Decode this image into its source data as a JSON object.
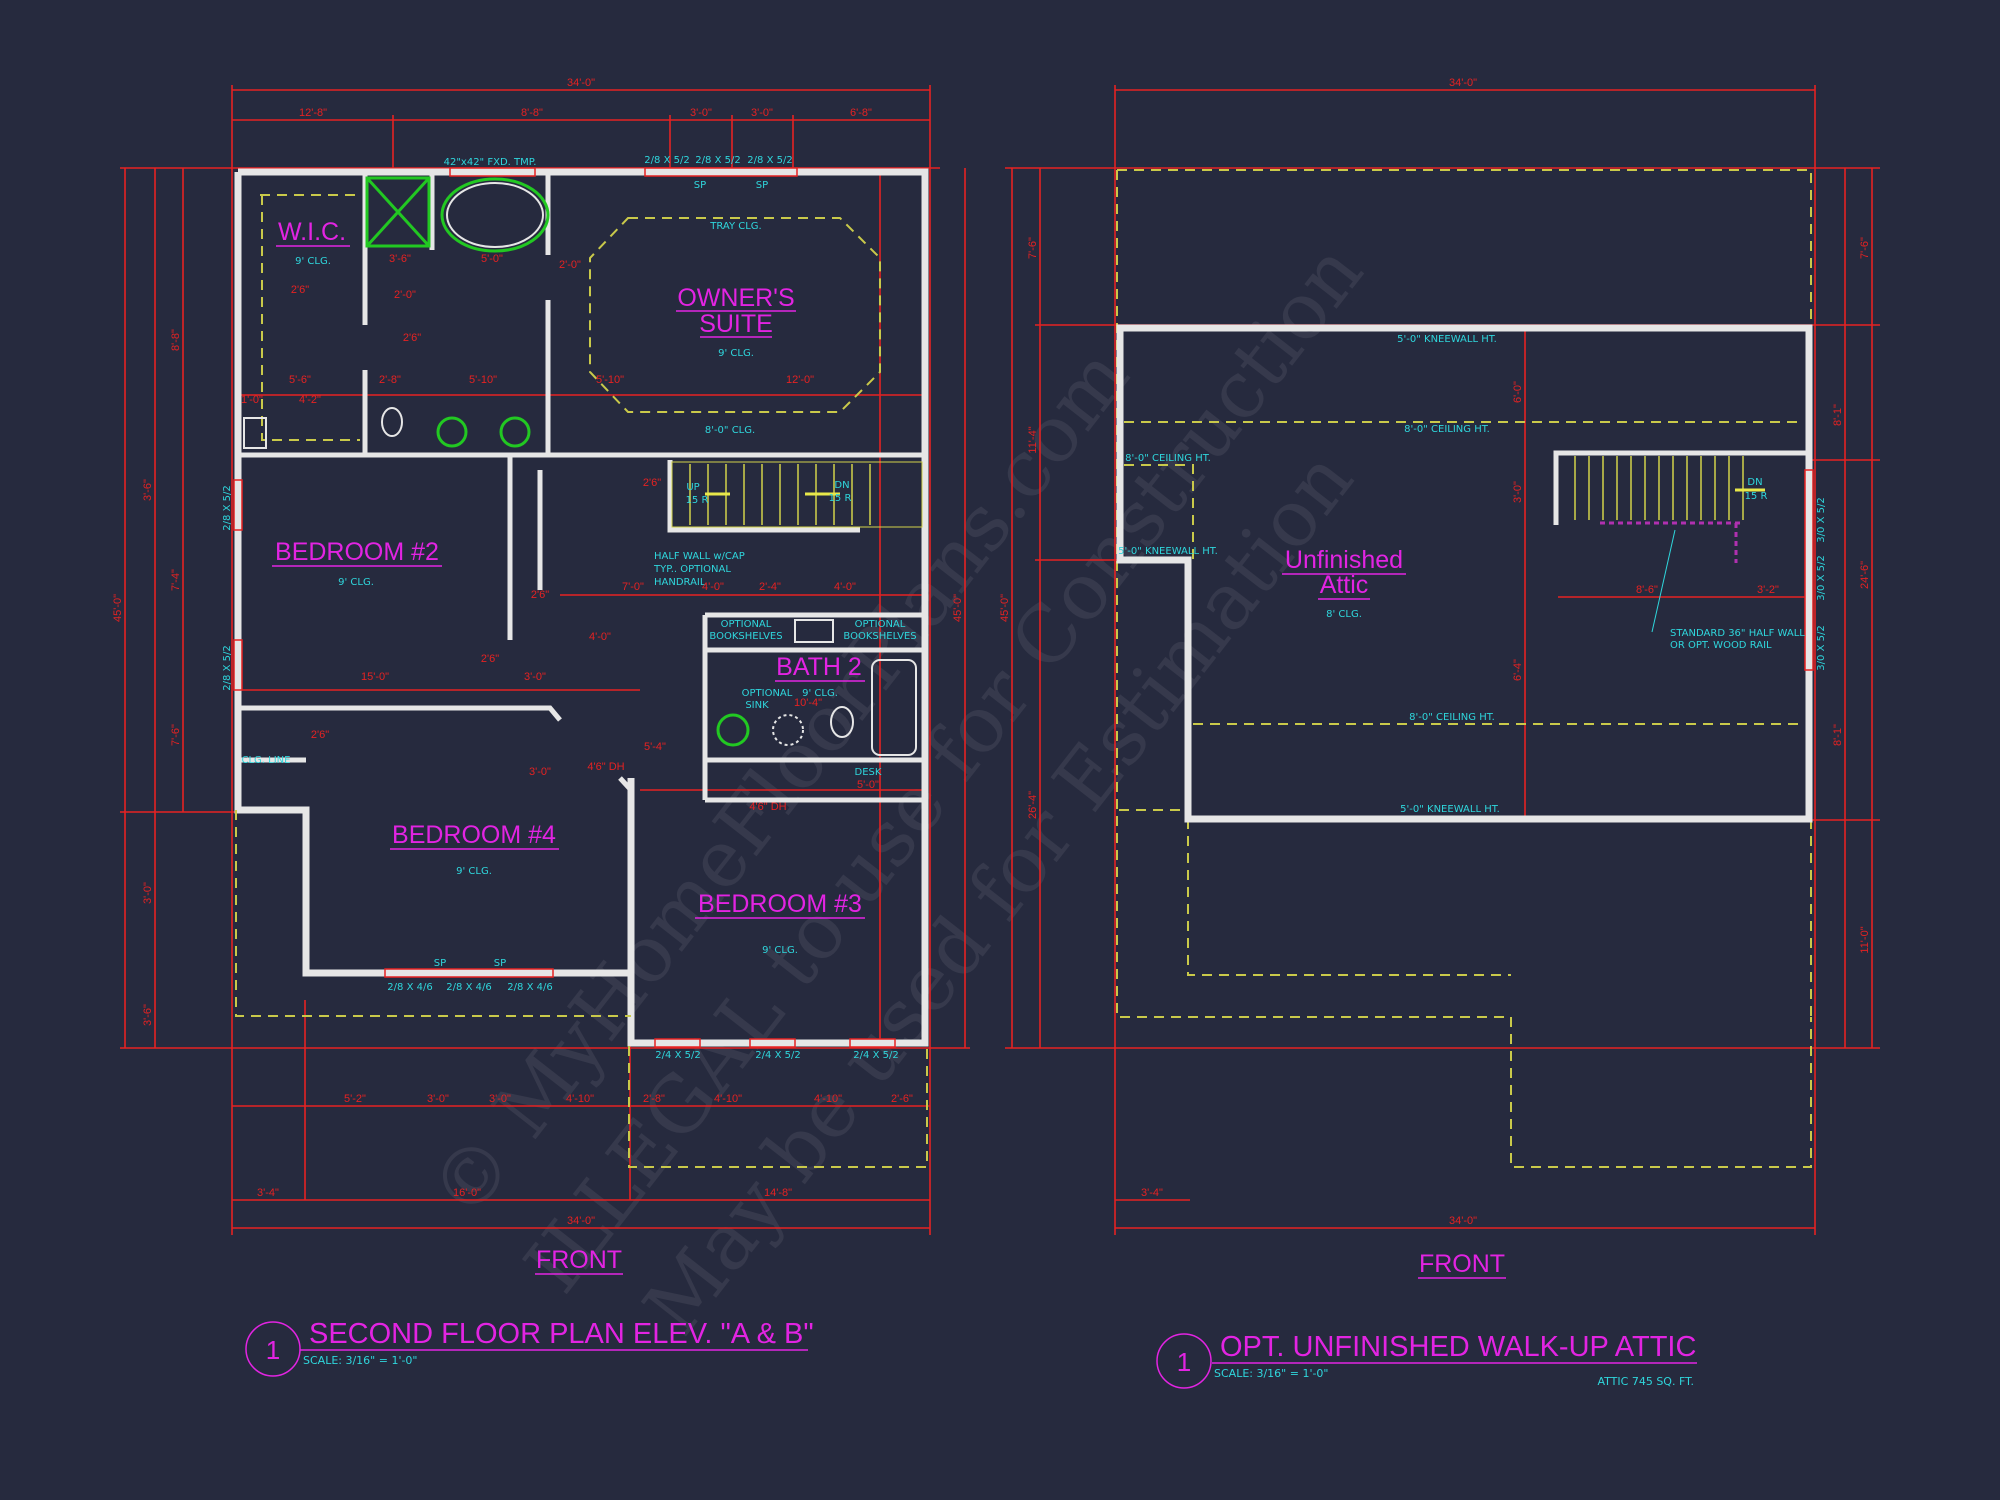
{
  "colors": {
    "background": "#262a3e",
    "walls": "#e6e6e6",
    "dimensions": "#e52222",
    "notes": "#2fd6dc",
    "room_labels": "#e224e2",
    "dashed_lines": "#c9c94a",
    "fixtures": "#22c822"
  },
  "watermark": {
    "line1": "© MyHomeFloorPlans.com",
    "line2": "ILLEGAL to use for Construction",
    "line3": "May be used for Estimation"
  },
  "left_plan": {
    "title": "SECOND FLOOR PLAN ELEV. \"A & B\"",
    "number": "1",
    "scale": "SCALE: 3/16\" = 1'-0\"",
    "front": "FRONT",
    "rooms": {
      "wic": {
        "name": "W.I.C.",
        "clg": "9' CLG."
      },
      "owners": {
        "name1": "OWNER'S",
        "name2": "SUITE",
        "clg": "9' CLG.",
        "tray": "TRAY CLG.",
        "hall_clg": "8'-0\" CLG."
      },
      "bed2": {
        "name": "BEDROOM #2",
        "clg": "9' CLG."
      },
      "bath2": {
        "name": "BATH 2",
        "clg": "9' CLG."
      },
      "bed4": {
        "name": "BEDROOM #4",
        "clg": "9' CLG."
      },
      "bed3": {
        "name": "BEDROOM #3",
        "clg": "9' CLG."
      }
    },
    "notes": {
      "shower": "42\"x42\" FXD. TMP.",
      "half_wall": [
        "HALF WALL w/CAP",
        "TYP.. OPTIONAL",
        "HANDRAIL"
      ],
      "bookshelves": [
        "OPTIONAL",
        "BOOKSHELVES"
      ],
      "optional_sink": [
        "OPTIONAL",
        "SINK"
      ],
      "clg_line": "CLG. LINE",
      "desk": "DESK",
      "stairs_up": [
        "UP",
        "15 R"
      ],
      "stairs_dn": [
        "DN",
        "15 R"
      ],
      "sp": "SP",
      "windows_top": [
        "2/8 X 5/2",
        "2/8 X 5/2",
        "2/8 X 5/2"
      ],
      "windows_bed4": [
        "2/8 X 4/6",
        "2/8 X 4/6",
        "2/8 X 4/6"
      ],
      "windows_bed3": [
        "2/4 X 5/2",
        "2/4 X 5/2",
        "2/4 X 5/2"
      ],
      "windows_bed2": [
        "2/8 X 5/2",
        "2/8 X 5/2"
      ],
      "doors": [
        "2'6\"",
        "2'6\"",
        "2'6\"",
        "2'6\"",
        "2'6\"",
        "2'6\"",
        "4'6\" DH",
        "4'6\" DH"
      ]
    },
    "dims": {
      "top_overall": "34'-0\"",
      "top_segments": [
        "12'-8\"",
        "8'-8\"",
        "3'-0\"",
        "3'-0\"",
        "6'-8\""
      ],
      "bottom_segments": [
        "5'-2\"",
        "3'-0\"",
        "3'-0\"",
        "4'-10\"",
        "2'-8\"",
        "4'-10\"",
        "4'-10\"",
        "2'-6\""
      ],
      "bottom_mid": [
        "3'-4\"",
        "16'-0\"",
        "14'-8\""
      ],
      "bottom_overall": "34'-0\"",
      "left_overall": "45'-0\"",
      "left_segments": [
        "8'-8\"",
        "3'-6\"",
        "7'-4\"",
        "7'-6\"",
        "3'-0\"",
        "3'-6\""
      ],
      "right_overall": "45'-0\"",
      "interior": [
        "3'-6\"",
        "5'-0\"",
        "2'-0\"",
        "5'-6\"",
        "2'-8\"",
        "5'-10\"",
        "5'-10\"",
        "12'-0\"",
        "4'-2\"",
        "1'-0\"",
        "2'-0\"",
        "15'-0\"",
        "3'-0\"",
        "4'-0\"",
        "5'-4\"",
        "7'-0\"",
        "4'-0\"",
        "2'-4\"",
        "4'-0\"",
        "5'-0\"",
        "10'-4\"",
        "3'-0\""
      ]
    }
  },
  "right_plan": {
    "title": "OPT. UNFINISHED WALK-UP ATTIC",
    "number": "1",
    "scale": "SCALE: 3/16\" = 1'-0\"",
    "area": "ATTIC 745 SQ. FT.",
    "front": "FRONT",
    "room": {
      "name1": "Unfinished",
      "name2": "Attic",
      "clg": "8' CLG."
    },
    "notes": {
      "kneewall_top": "5'-0\" KNEEWALL HT.",
      "kneewall_left": "5'-0\" KNEEWALL HT.",
      "kneewall_bottom": "5'-0\" KNEEWALL HT.",
      "ceiling_top": "8'-0\" CEILING HT.",
      "ceiling_left": "8'-0\" CEILING HT.",
      "ceiling_bottom": "8'-0\" CEILING HT.",
      "rail": [
        "STANDARD 36\" HALF WALL",
        "OR OPT. WOOD RAIL"
      ],
      "stairs_dn": [
        "DN",
        "15 R"
      ],
      "windows": [
        "3/0 X 5/2",
        "3/0 X 5/2",
        "3/0 X 5/2"
      ]
    },
    "dims": {
      "top_overall": "34'-0\"",
      "bottom_overall": "34'-0\"",
      "bottom_left": "3'-4\"",
      "left_overall": "45'-0\"",
      "left_segments": [
        "7'-6\"",
        "11'-4\"",
        "26'-4\""
      ],
      "right_segments": [
        "7'-6\"",
        "8'-1\"",
        "24'-6\"",
        "8'-1\"",
        "11'-0\""
      ],
      "interior": [
        "6'-0\"",
        "3'-0\"",
        "6'-4\"",
        "8'-6\"",
        "3'-2\""
      ]
    }
  }
}
